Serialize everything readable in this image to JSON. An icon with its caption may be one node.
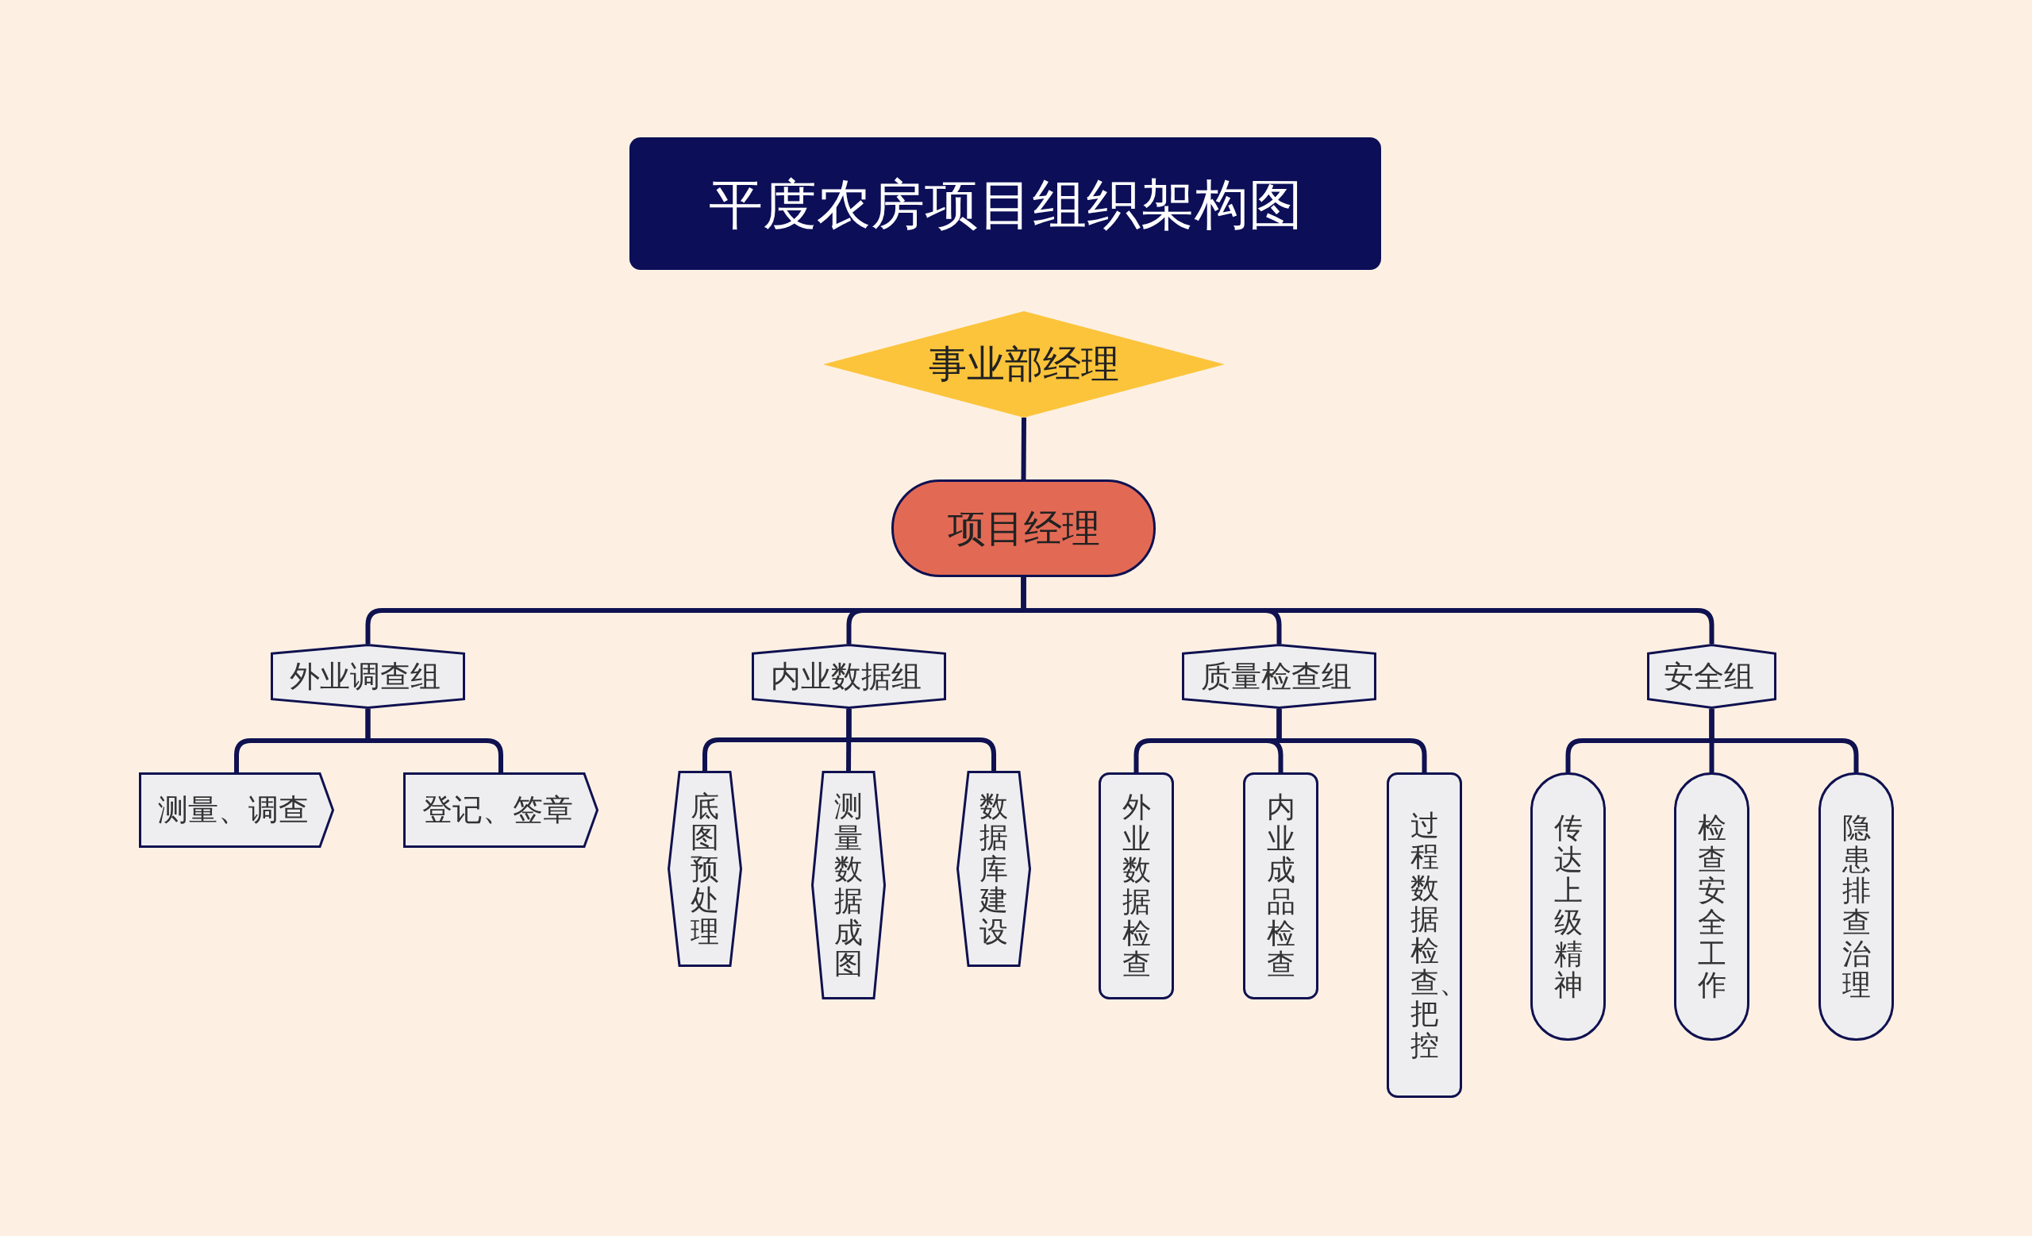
{
  "diagram": {
    "title": "平度农房项目组织架构图",
    "nodes": [
      {
        "text": [
          "事业部经理"
        ]
      },
      {
        "text": [
          "项目经理"
        ]
      },
      {
        "text": [
          "外业调查组"
        ]
      },
      {
        "text": [
          "内业数据组"
        ]
      },
      {
        "text": [
          "质量检查组"
        ]
      },
      {
        "text": [
          "安全组"
        ]
      },
      {
        "text": [
          "测量、调查"
        ]
      },
      {
        "text": [
          "登记、签章"
        ]
      },
      {
        "text": [
          "底图预处理"
        ]
      },
      {
        "text": [
          "测量数据成图"
        ]
      },
      {
        "text": [
          "数据库建设"
        ]
      },
      {
        "text": [
          "外业数据检查"
        ]
      },
      {
        "text": [
          "内业成品检查"
        ]
      },
      {
        "text": [
          "过程数据检查、把控"
        ]
      },
      {
        "text": [
          "传达上级精神"
        ]
      },
      {
        "text": [
          "检查安全工作"
        ]
      },
      {
        "text": [
          "隐患排查治理"
        ]
      }
    ],
    "edges": [
      {
        "from": 0,
        "to": 1,
        "arrow": "none"
      },
      {
        "from": 1,
        "to": 2,
        "arrow": "none"
      },
      {
        "from": 1,
        "to": 3,
        "arrow": "none"
      },
      {
        "from": 1,
        "to": 4,
        "arrow": "none"
      },
      {
        "from": 1,
        "to": 5,
        "arrow": "none"
      },
      {
        "from": 2,
        "to": 6,
        "arrow": "none"
      },
      {
        "from": 2,
        "to": 7,
        "arrow": "none"
      },
      {
        "from": 3,
        "to": 8,
        "arrow": "none"
      },
      {
        "from": 3,
        "to": 9,
        "arrow": "none"
      },
      {
        "from": 3,
        "to": 10,
        "arrow": "none"
      },
      {
        "from": 4,
        "to": 11,
        "arrow": "none"
      },
      {
        "from": 4,
        "to": 12,
        "arrow": "none"
      },
      {
        "from": 4,
        "to": 13,
        "arrow": "none"
      },
      {
        "from": 5,
        "to": 14,
        "arrow": "none"
      },
      {
        "from": 5,
        "to": 15,
        "arrow": "none"
      },
      {
        "from": 5,
        "to": 16,
        "arrow": "none"
      }
    ]
  }
}
